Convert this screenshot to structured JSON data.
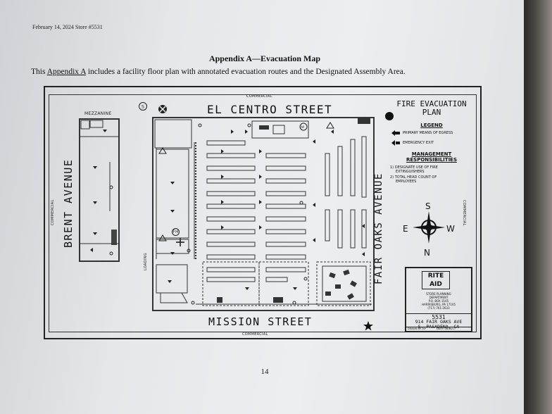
{
  "header": {
    "text": "February 14, 2024  Store #5531"
  },
  "document": {
    "title": "Appendix A—Evacuation Map",
    "intro_prefix": "This ",
    "intro_link": "Appendix A",
    "intro_suffix": " includes a facility floor plan with annotated evacuation routes and the Designated Assembly Area.",
    "page_number": "14"
  },
  "map": {
    "streets": {
      "north": "EL CENTRO STREET",
      "south": "MISSION STREET",
      "east": "FAIR OAKS AVENUE",
      "west": "BRENT AVENUE"
    },
    "zoning": {
      "north": "COMMERCIAL",
      "south": "COMMERCIAL",
      "west": "COMMERCIAL",
      "east": "COMMERCIAL"
    },
    "mezzanine_label": "MEZZANINE",
    "loading_label": "LOADING",
    "fire_hose_label": "FH",
    "fire_evacuation_plan": {
      "line1": "FIRE EVACUATION",
      "line2": "PLAN"
    },
    "legend": {
      "title": "LEGEND",
      "primary": "PRIMARY MEANS OF EGRESS",
      "emergency": "EMERGENCY EXIT"
    },
    "management": {
      "title_line1": "MANAGEMENT",
      "title_line2": "RESPONSIBILITIES",
      "item1_line1": "1) DESIGNATE USE OF FIRE",
      "item1_line2": "EXTINGUISHERS",
      "item2_line1": "2) TOTAL HEAD COUNT OF",
      "item2_line2": "EMPLOYEES"
    },
    "compass": {
      "top": "S",
      "bottom": "N",
      "left": "E",
      "right": "W"
    },
    "title_block": {
      "logo_line1": "RITE",
      "logo_line2": "AID",
      "dept_line1": "STORE PLANNING",
      "dept_line2": "DEPARTMENT",
      "dept_line3": "P.O. BOX 3165",
      "dept_line4": "HARRISBURG, PA 17105",
      "dept_line5": "(717) 761-2633",
      "store_number": "5531",
      "address_line1": "914 FAIR OAKS AVE",
      "address_line2": "S. PASADENA, CA",
      "drawn": "DRAWN BY: JSP",
      "date": "DATE: 08/18/17"
    }
  },
  "colors": {
    "ink": "#1a1a1a",
    "paper": "#e6e7ea"
  }
}
